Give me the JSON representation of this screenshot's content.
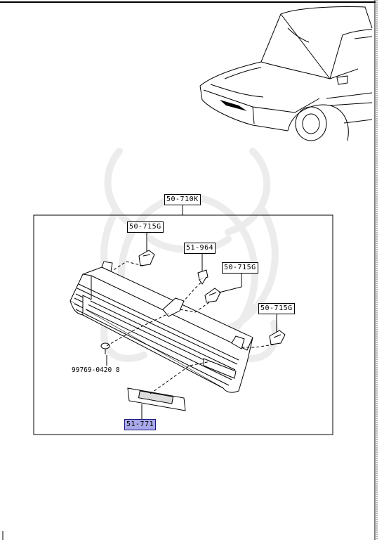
{
  "parts": {
    "assembly": "50-710K",
    "clip_top_left": "50-715G",
    "fastener": "51-964",
    "clip_middle": "50-715G",
    "clip_right": "50-715G",
    "screw": "99769-0420 8",
    "emblem": "51-771"
  },
  "highlight_color": "#a9a9ea"
}
